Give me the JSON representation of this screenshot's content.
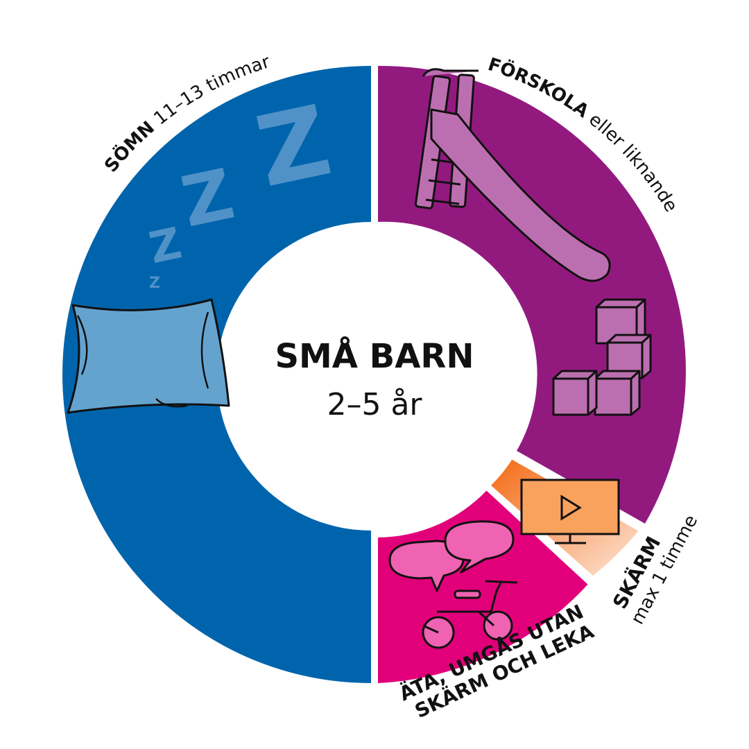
{
  "center": {
    "title": "SMÅ BARN",
    "subtitle": "2–5 år"
  },
  "segments": [
    {
      "id": "somn",
      "label_bold": "SÖMN",
      "label_rest": " 11–13 timmar",
      "color": "#0064AC",
      "icon": "pillow-icon"
    },
    {
      "id": "forskola",
      "label_bold": "FÖRSKOLA",
      "label_rest": " eller liknande",
      "color": "#921A7F",
      "icon": "slide-icon"
    },
    {
      "id": "skarm",
      "label_bold": "SKÄRM",
      "label_rest": "max 1 timme",
      "color": "#F36A12",
      "icon": "screen-icon"
    },
    {
      "id": "ata",
      "label_line1": "ÄTA, UMGÅS UTAN",
      "label_line2": "SKÄRM OCH LEKA",
      "color": "#E2007A",
      "icon": "speech-bubbles-icon"
    }
  ],
  "sleep_letters": "Z"
}
